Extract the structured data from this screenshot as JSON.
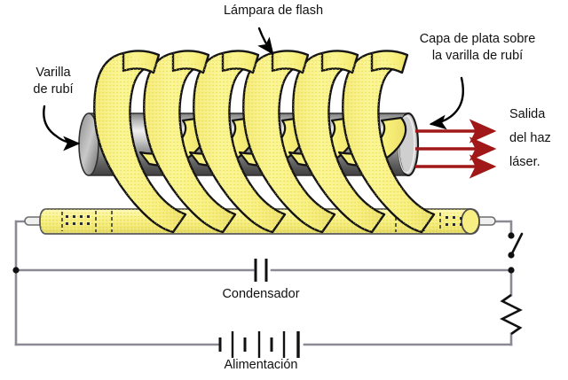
{
  "diagram": {
    "title_alt": "Diagrama de un laser de rubi",
    "background_color": "#ffffff",
    "text_color": "#111111"
  },
  "labels": {
    "flash_lamp": "Lámpara de flash",
    "ruby_rod_line1": "Varilla",
    "ruby_rod_line2": "de rubí",
    "silver_coat_line1": "Capa de plata sobre",
    "silver_coat_line2": "la varilla de rubí",
    "beam_line1": "Salida",
    "beam_line2": "del haz",
    "beam_line3": "láser.",
    "capacitor": "Condensador",
    "power_supply": "Alimentación"
  },
  "colors": {
    "lamp_yellow": "#F8F07C",
    "lamp_yellow_shadow": "#EDE06A",
    "lamp_outline": "#141414",
    "rod_gray_light": "#E8E8E8",
    "rod_gray_mid": "#9A9A9A",
    "rod_gray_dark": "#4A4A4A",
    "beam_red": "#A01818",
    "wire_gray": "#8A8A94",
    "wire_dark": "#222222",
    "arrow_black": "#000000"
  },
  "components": {
    "capacitor": {
      "plates": 2,
      "type": "capacitor-symbol"
    },
    "battery": {
      "cells": 3,
      "type": "battery-symbol"
    },
    "resistor": {
      "type": "resistor-zigzag",
      "zigzags": 4
    },
    "switch": {
      "type": "switch-open",
      "terminals": 3
    },
    "flash_lamp": {
      "type": "helical-coil",
      "turns": 6
    },
    "ruby_rod": {
      "type": "cylinder-rod"
    },
    "laser_beam": {
      "type": "arrow-group",
      "arrows": 3
    }
  }
}
